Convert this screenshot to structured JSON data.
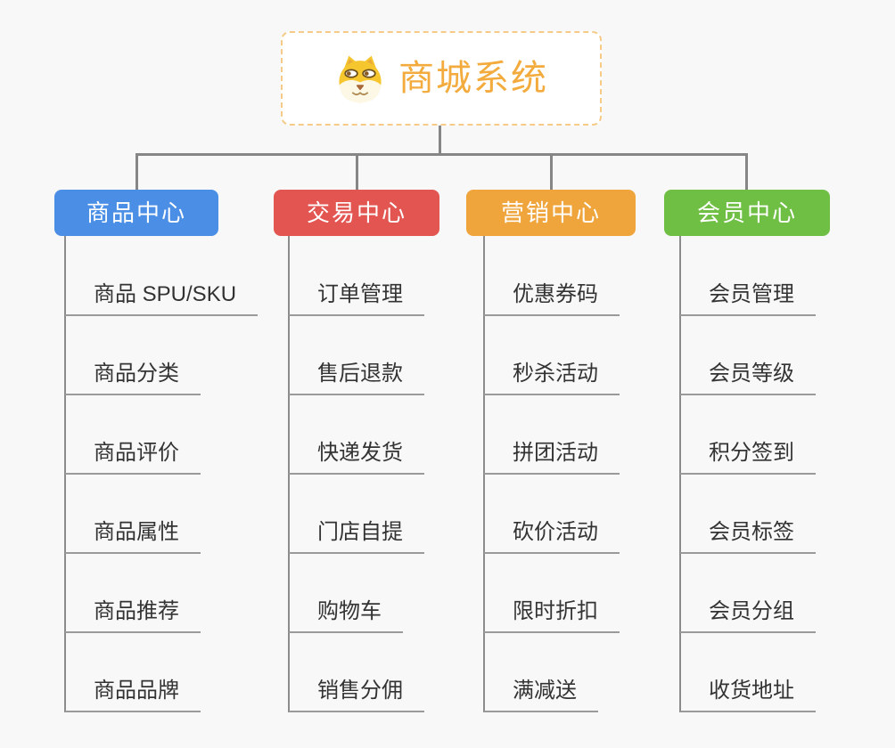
{
  "root": {
    "title": "商城系统",
    "icon": "dog-face-icon"
  },
  "colors": {
    "root_text": "#f2ab3c",
    "root_border": "#f5cb87",
    "connector": "#868686",
    "leaf_text": "#333333",
    "leaf_underline": "#9a9a9a"
  },
  "branches": [
    {
      "label": "商品中心",
      "color": "#4a8ee6",
      "items": [
        "商品 SPU/SKU",
        "商品分类",
        "商品评价",
        "商品属性",
        "商品推荐",
        "商品品牌"
      ]
    },
    {
      "label": "交易中心",
      "color": "#e35551",
      "items": [
        "订单管理",
        "售后退款",
        "快递发货",
        "门店自提",
        "购物车",
        "销售分佣"
      ]
    },
    {
      "label": "营销中心",
      "color": "#efa53c",
      "items": [
        "优惠券码",
        "秒杀活动",
        "拼团活动",
        "砍价活动",
        "限时折扣",
        "满减送"
      ]
    },
    {
      "label": "会员中心",
      "color": "#6fbf44",
      "items": [
        "会员管理",
        "会员等级",
        "积分签到",
        "会员标签",
        "会员分组",
        "收货地址"
      ]
    }
  ]
}
